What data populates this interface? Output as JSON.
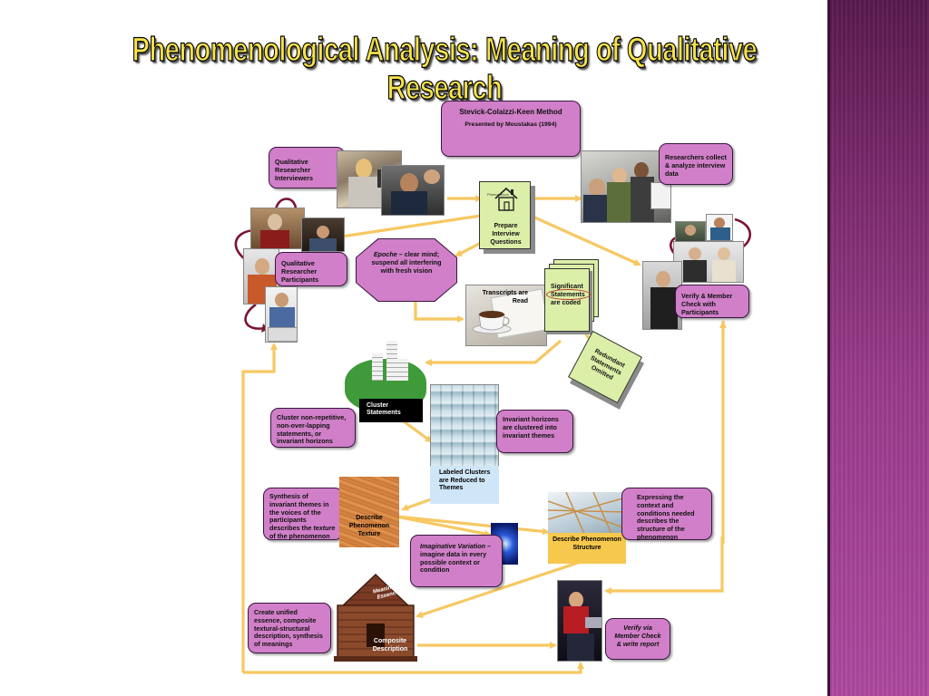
{
  "title": "Phenomenological Analysis: Meaning of Qualitative Research",
  "method": {
    "name": "Stevick-Colaizzi-Keen Method",
    "presenter": "Presented by Moustakas (1994)"
  },
  "nodes": {
    "interviewers": "Qualitative Researcher Interviewers",
    "researchers": "Researchers collect & analyze interview data",
    "prepare": "Prepare Interview Questions",
    "participants": "Qualitative Researcher Participants",
    "epoche_label": "Epoche",
    "epoche_text": " – clear mind; suspend all interfering with fresh vision",
    "transcripts": "Transcripts are Read",
    "significant": "Significant Statements are coded",
    "verify_member": "Verify & Member Check with Participants",
    "redundant": "Redundant Statements Omitted",
    "cluster_statements": "Cluster Statements",
    "cluster_nonrep": "Cluster non-repetitive, non-over-lapping statements, or invariant horizons",
    "invariant": "Invariant horizons are clustered into invariant themes",
    "labeled_clusters": "Labeled Clusters are Reduced to Themes",
    "synthesis_a": "Synthesis of invariant themes in the voices of the participants describes the ",
    "synthesis_em": "texture",
    "synthesis_b": " of the phenomenon",
    "describe_texture": "Describe Phenomenon Texture",
    "expressing": "Expressing the context and conditions needed describes the structure of the phenomenon",
    "describe_structure": "Describe Phenomenon Structure",
    "imaginative_em": "Imaginative Variation",
    "imaginative_rest": " – imagine data in every possible context or condition",
    "unified": "Create unified essence, composite textural-structural description, synthesis of meanings",
    "meaning_essence": "Meaning & Essence",
    "composite": "Composite Description",
    "verify_report": "Verify via Member Check & write report",
    "house_label": "Phenomenon"
  },
  "colors": {
    "box": "#d07fc8",
    "green": "#dcefa8",
    "arrow": "#f7c862",
    "title": "#f5e24a",
    "sidebar": "#7a2a6c"
  },
  "icons": [
    "house-icon",
    "coffee-cup-icon",
    "light-burst-icon",
    "log-house-icon",
    "cycle-arrow-icon"
  ]
}
